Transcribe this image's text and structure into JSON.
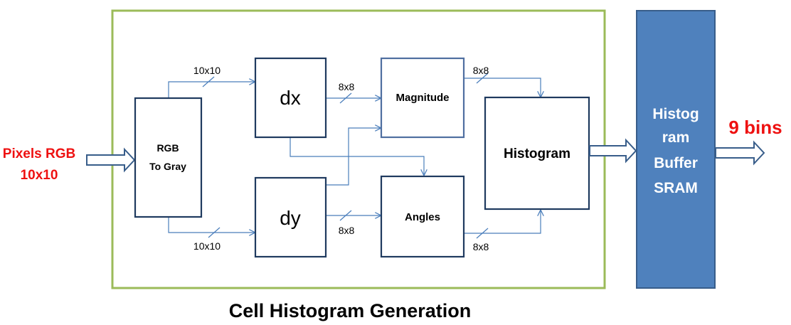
{
  "input": {
    "line1": "Pixels RGB",
    "line2": "10x10"
  },
  "blocks": {
    "rgb_to_gray": {
      "line1": "RGB",
      "line2": "To Gray"
    },
    "dx": "dx",
    "dy": "dy",
    "magnitude": "Magnitude",
    "angles": "Angles",
    "histogram": "Histogram",
    "buffer": [
      "Histog",
      "ram",
      "Buffer",
      "SRAM"
    ]
  },
  "bus_labels": {
    "rgb_to_dx": "10x10",
    "rgb_to_dy": "10x10",
    "dx_to_mag": "8x8",
    "dy_to_ang": "8x8",
    "mag_to_hist": "8x8",
    "ang_to_hist": "8x8"
  },
  "output": "9 bins",
  "caption": "Cell Histogram Generation",
  "colors": {
    "container_border": "#9bbb59",
    "block_border": "#1f3a5f",
    "magnitude_border": "#4f6fa0",
    "wire": "#4a7ebb",
    "buffer_fill": "#4f81bd",
    "buffer_border": "#385d8a",
    "buffer_text": "#ffffff",
    "red_text": "#ee1111"
  }
}
